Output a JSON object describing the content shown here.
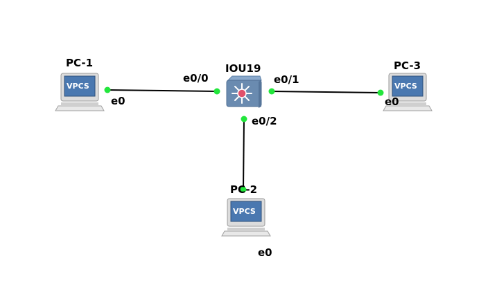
{
  "topology": {
    "switch": {
      "name": "IOU19",
      "icon": "layer3-switch-icon"
    },
    "pcs": [
      {
        "name": "PC-1",
        "badge": "VPCS",
        "icon": "vpcs-pc-icon",
        "port": "e0"
      },
      {
        "name": "PC-2",
        "badge": "VPCS",
        "icon": "vpcs-pc-icon",
        "port": "e0"
      },
      {
        "name": "PC-3",
        "badge": "VPCS",
        "icon": "vpcs-pc-icon",
        "port": "e0"
      }
    ],
    "links": [
      {
        "from": "IOU19",
        "from_port": "e0/0",
        "to": "PC-1",
        "to_port": "e0"
      },
      {
        "from": "IOU19",
        "from_port": "e0/2",
        "to": "PC-2",
        "to_port": "e0"
      },
      {
        "from": "IOU19",
        "from_port": "e0/1",
        "to": "PC-3",
        "to_port": "e0"
      }
    ],
    "colors": {
      "link": "#000000",
      "port_up": "#22e63c",
      "switch_body": "#6a8bb0",
      "pc_screen": "#4a78b0"
    }
  }
}
